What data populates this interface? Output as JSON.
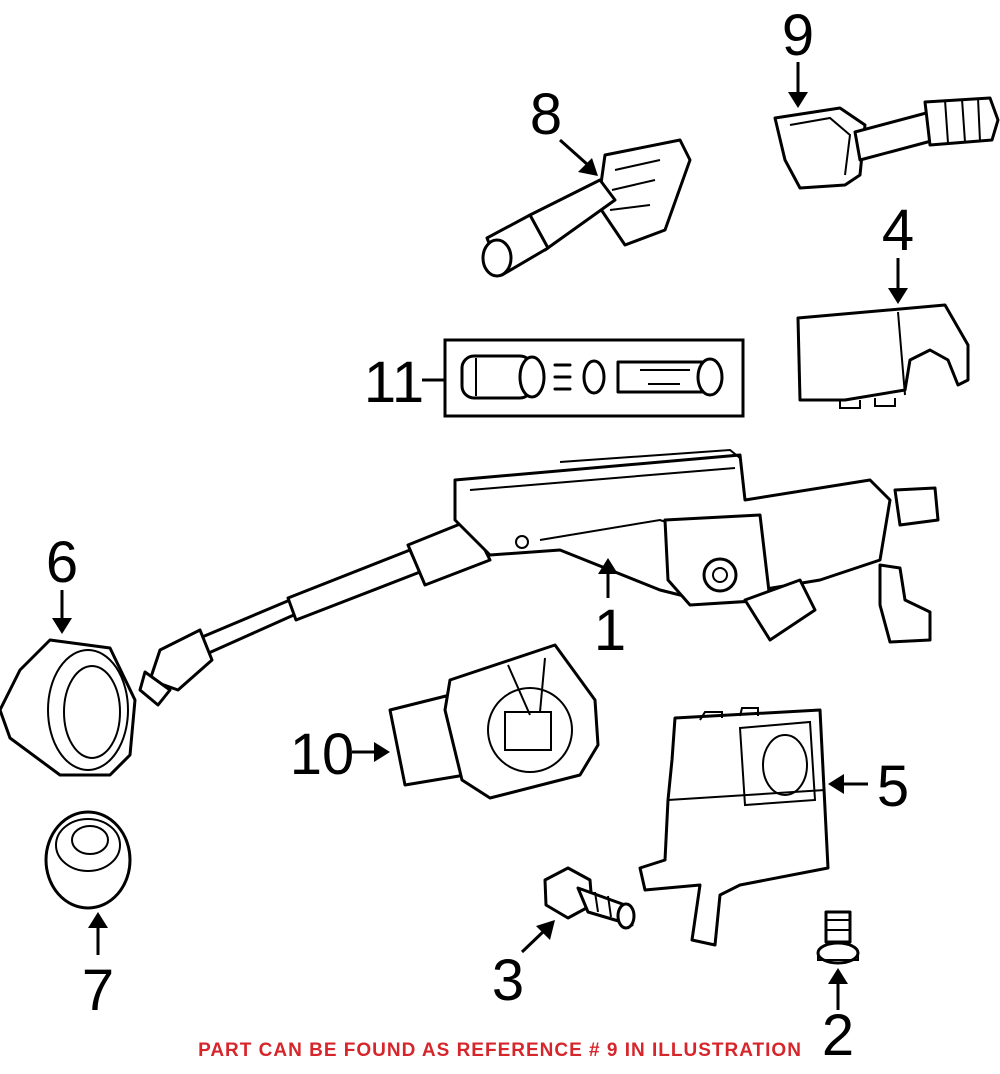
{
  "callouts": {
    "c1": "1",
    "c2": "2",
    "c3": "3",
    "c4": "4",
    "c5": "5",
    "c6": "6",
    "c7": "7",
    "c8": "8",
    "c9": "9",
    "c10": "10",
    "c11": "11"
  },
  "footer_note": "PART CAN BE FOUND AS REFERENCE # 9 IN ILLUSTRATION",
  "colors": {
    "note": "#d6262b",
    "line": "#000000",
    "background": "#ffffff"
  }
}
